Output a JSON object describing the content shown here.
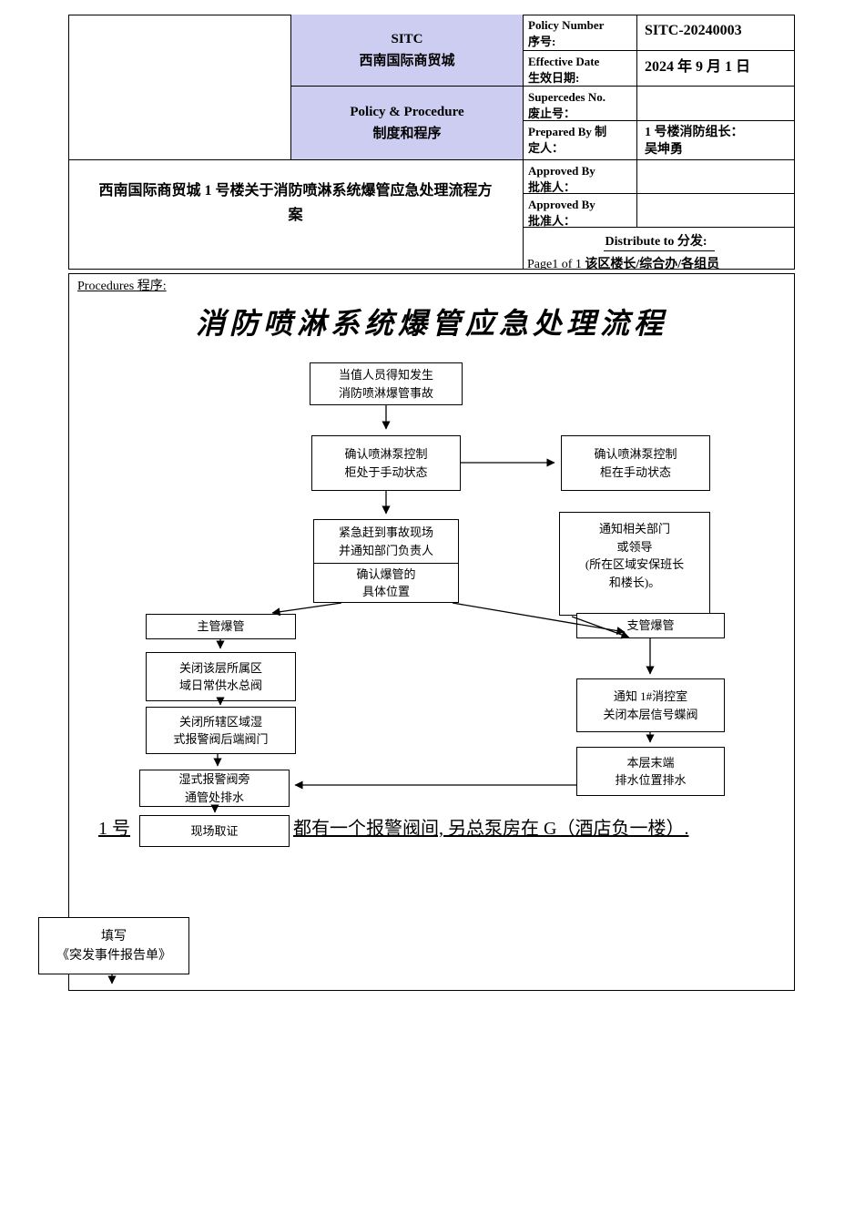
{
  "colors": {
    "header_fill": "#cdcdf2",
    "border": "#000000"
  },
  "header": {
    "org_en": "SITC",
    "org_cn": "西南国际商贸城",
    "policy_en": "Policy & Procedure",
    "policy_cn": "制度和程序",
    "policy_number": {
      "label_en": "Policy Number",
      "label_cn": "序号:",
      "value": "SITC-20240003"
    },
    "effective_date": {
      "label_en": "Effective Date",
      "label_cn": "生效日期:",
      "value": "2024 年 9 月 1 日"
    },
    "supercedes": {
      "label_en": "Supercedes No.",
      "label_cn": "废止号：",
      "value": ""
    },
    "prepared_by": {
      "label_en": "Prepared By 制",
      "label_cn": "定人：",
      "value": "1 号楼消防组长：\n吴坤勇"
    },
    "approved_by_1": {
      "label_en": "Approved By",
      "label_cn": "批准人：",
      "value": ""
    },
    "approved_by_2": {
      "label_en": "Approved By",
      "label_cn": "批准人：",
      "value": ""
    },
    "distribute": {
      "label": "Distribute to 分发:",
      "page": "Page1 of 1",
      "value": "该区楼长/综合办/各组员"
    },
    "doc_title": "西南国际商贸城 1 号楼关于消防喷淋系统爆管应急处理流程方案"
  },
  "procedures": {
    "section_label": "Procedures 程序:",
    "flow_title": "消防喷淋系统爆管应急处理流程",
    "steps": {
      "start": "当值人员得知发生\n消防喷淋爆管事故",
      "confirm_manual": "确认喷淋泵控制\n柜处于手动状态",
      "confirm_manual_right": "确认喷淋泵控制\n柜在手动状态",
      "rush_scene": "紧急赶到事故现场\n并通知部门负责人",
      "notify_leaders": "通知相关部门\n或领导\n(所在区域安保班长\n和楼长)。",
      "locate_burst": "确认爆管的\n具体位置",
      "main_pipe_burst": "主管爆管",
      "branch_pipe_burst": "支管爆管",
      "close_supply_valve": "关闭该层所属区\n域日常供水总阀",
      "close_alarm_valve": "关闭所辖区域湿\n式报警阀后端阀门",
      "drain_bypass": "湿式报警阀旁\n通管处排水",
      "site_evidence": "现场取证",
      "notify_control_room": "通知 1#消控室\n关闭本层信号蝶阀",
      "drain_end": "本层末端\n排水位置排水",
      "fill_report": "填写\n《突发事件报告单》"
    },
    "note_left": "1 号",
    "note_right": "都有一个报警阀间, 另总泵房在 G（酒店负一楼）."
  }
}
